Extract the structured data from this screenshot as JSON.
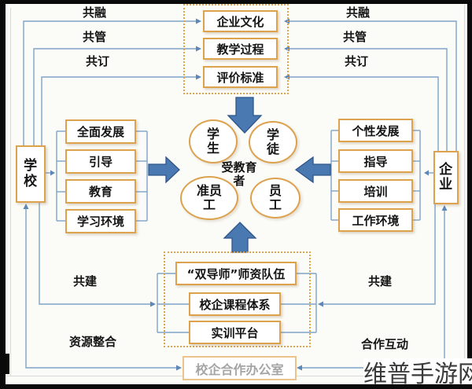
{
  "actors": {
    "school": "学校",
    "enterprise": "企业"
  },
  "top_group": {
    "items": [
      "企业文化",
      "教学过程",
      "评价标准"
    ]
  },
  "edge_labels": {
    "left": [
      "共融",
      "共管",
      "共订"
    ],
    "right": [
      "共融",
      "共管",
      "共订"
    ],
    "build_left": "共建",
    "build_right": "共建",
    "resource": "资源整合",
    "cooperation": "合作互动"
  },
  "school_items": [
    "全面发展",
    "引导",
    "教育",
    "学习环境"
  ],
  "enterprise_items": [
    "个性发展",
    "指导",
    "培训",
    "工作环境"
  ],
  "center": {
    "label": "受教育者",
    "roles": [
      "学生",
      "学徒",
      "准员工",
      "员工"
    ]
  },
  "bottom_group": {
    "items": [
      "“双导师”师资队伍",
      "校企课程体系",
      "实训平台"
    ]
  },
  "office": "校企合作办公室",
  "watermark": "维普手游网",
  "colors": {
    "box_border": "#dca24e",
    "line": "#7fa3c8",
    "block_arrow_fill": "#4a78b0",
    "block_arrow_stroke": "#30568a"
  }
}
